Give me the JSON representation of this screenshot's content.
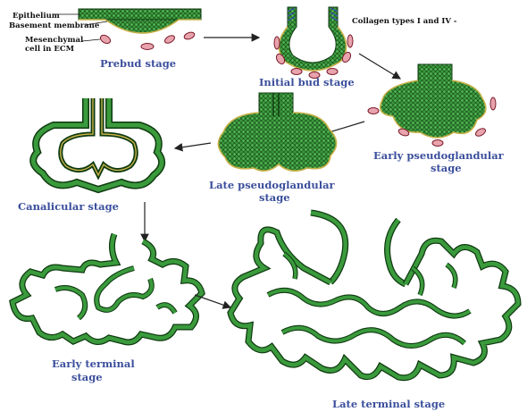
{
  "labels": {
    "epithelium": "Epithelium",
    "basement_membrane": "Basement membrane",
    "mesenchymal_line1": "Mesenchymal",
    "mesenchymal_line2": "cell in ECM",
    "collagen": "Collagen types I and IV -",
    "prebud": "Prebud stage",
    "initial_bud": "Initial bud stage",
    "early_pseudo_line1": "Early pseudoglandular",
    "early_pseudo_line2": "stage",
    "late_pseudo_line1": "Late pseudoglandular",
    "late_pseudo_line2": "stage",
    "canalicular": "Canalicular stage",
    "early_terminal_line1": "Early terminal",
    "early_terminal_line2": "stage",
    "late_terminal": "Late terminal stage"
  },
  "colors": {
    "epithelium_fill": "#3a9a3c",
    "epithelium_dark": "#0f3a10",
    "basement_membrane": "#c8b24a",
    "mesenchymal_cell": "#e8a3ad",
    "mesenchymal_edge": "#7a1a2a",
    "stage_label": "#3b4f9c",
    "collagen": "#3b4fbf"
  }
}
